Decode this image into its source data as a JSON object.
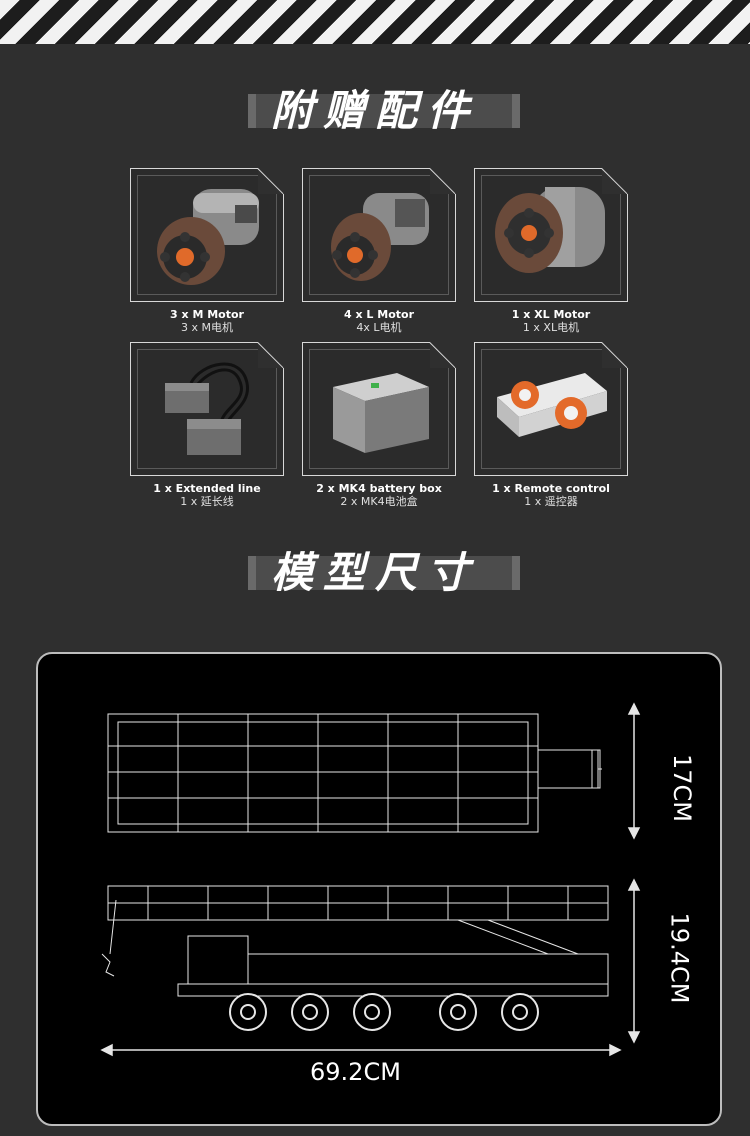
{
  "sections": {
    "accessories_title": "附赠配件",
    "size_title": "模型尺寸"
  },
  "accessories": [
    {
      "label": "3 x M Motor",
      "sub": "3 x M电机",
      "icon": "m-motor-icon"
    },
    {
      "label": "4 x L Motor",
      "sub": "4x L电机",
      "icon": "l-motor-icon"
    },
    {
      "label": "1 x XL Motor",
      "sub": "1 x XL电机",
      "icon": "xl-motor-icon"
    },
    {
      "label": "1 x Extended line",
      "sub": "1 x 延长线",
      "icon": "extension-cable-icon"
    },
    {
      "label": "2 x MK4 battery box",
      "sub": "2 x MK4电池盒",
      "icon": "battery-box-icon"
    },
    {
      "label": "1 x Remote control",
      "sub": "1 x 遥控器",
      "icon": "remote-control-icon"
    }
  ],
  "dimensions": {
    "width": "17CM",
    "height": "19.4CM",
    "length": "69.2CM"
  }
}
